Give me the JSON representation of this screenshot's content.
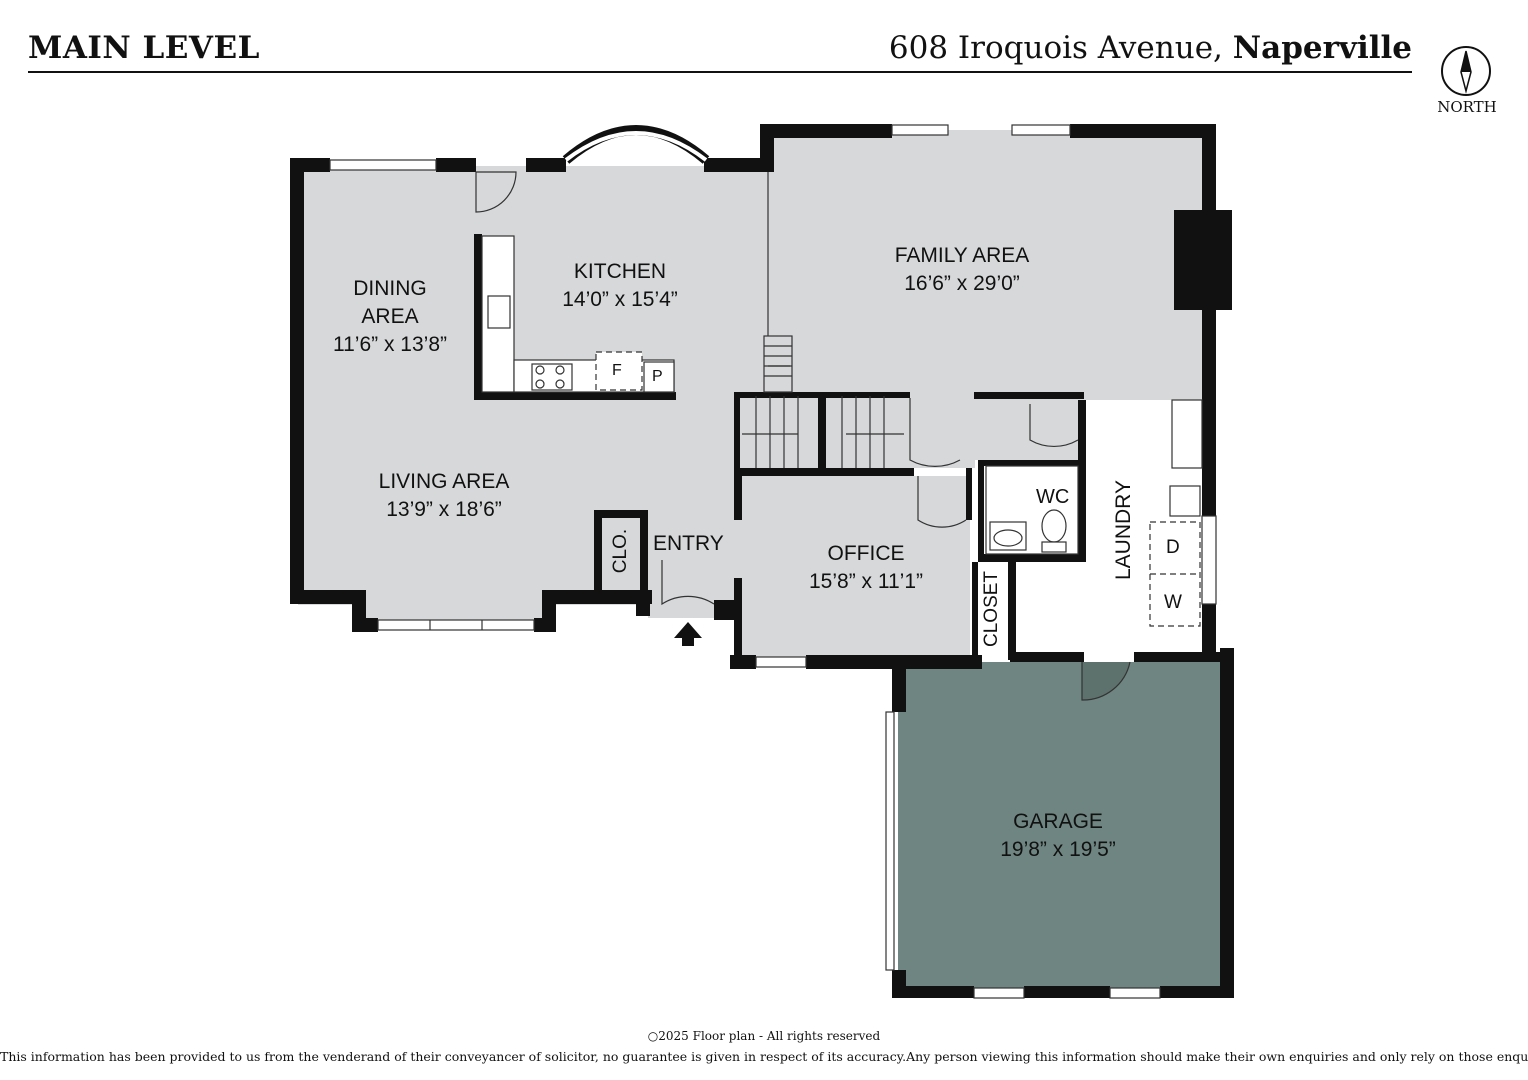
{
  "header": {
    "level_title": "MAIN LEVEL",
    "address_street": "608 Iroquois Avenue, ",
    "address_city": "Naperville",
    "compass_label": "NORTH"
  },
  "rooms": {
    "dining": {
      "name_line1": "DINING",
      "name_line2": "AREA",
      "dims": "11’6” x 13’8”"
    },
    "kitchen": {
      "name": "KITCHEN",
      "dims": "14’0” x 15’4”"
    },
    "family": {
      "name": "FAMILY AREA",
      "dims": "16’6” x 29’0”"
    },
    "living": {
      "name": "LIVING AREA",
      "dims": "13’9” x 18’6”"
    },
    "office": {
      "name": "OFFICE",
      "dims": "15’8” x 11’1”"
    },
    "garage": {
      "name": "GARAGE",
      "dims": "19’8” x 19’5”"
    },
    "entry": {
      "name": "ENTRY"
    },
    "closet_small": {
      "name": "CLO."
    },
    "closet": {
      "name": "CLOSET"
    },
    "wc": {
      "name": "WC"
    },
    "laundry": {
      "name": "LAUNDRY"
    }
  },
  "fixtures": {
    "fridge": "F",
    "pantry": "P",
    "dryer": "D",
    "washer": "W"
  },
  "colors": {
    "room_fill": "#d6d8da",
    "garage_fill": "#6f8581",
    "wall": "#111111",
    "white_room": "#ffffff"
  },
  "footer": {
    "copyright": "2025  Floor plan  - All rights reserved",
    "disclaimer": "This information has been provided to us from the venderand of their conveyancer of solicitor, no guarantee is given in respect of its accuracy.Any person viewing this information should make their own enquiries and only rely on those enquiries."
  }
}
